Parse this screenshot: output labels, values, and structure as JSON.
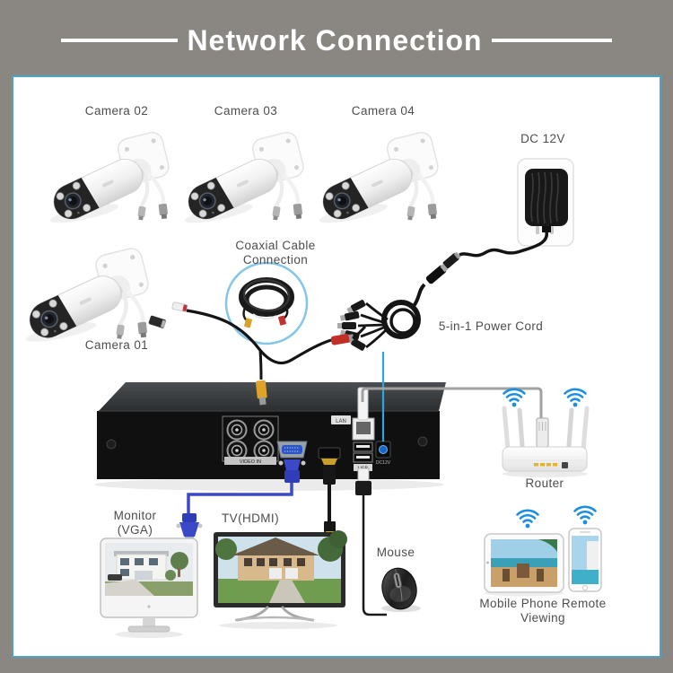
{
  "title": "Network Connection",
  "devices": {
    "camera01": {
      "label": "Camera 01"
    },
    "camera02": {
      "label": "Camera 02"
    },
    "camera03": {
      "label": "Camera 03"
    },
    "camera04": {
      "label": "Camera 04"
    },
    "power_adapter": {
      "label": "DC 12V"
    },
    "coaxial_cable": {
      "label_line1": "Coaxial Cable",
      "label_line2": "Connection"
    },
    "power_cord": {
      "label": "5-in-1 Power Cord"
    },
    "router": {
      "label": "Router"
    },
    "monitor": {
      "label_line1": "Monitor",
      "label_line2": "(VGA)"
    },
    "tv": {
      "label": "TV(HDMI)"
    },
    "mouse": {
      "label": "Mouse"
    },
    "mobile": {
      "label_line1": "Mobile Phone Remote",
      "label_line2": "Viewing"
    }
  },
  "dvr": {
    "port_labels": {
      "lan": "LAN",
      "video_in": "VIDEO IN",
      "usb": "USB",
      "dc": "DC12V"
    }
  },
  "colors": {
    "page_background": "#8a8682",
    "panel_border": "#4ea2c6",
    "wifi_blue": "#1e8fe0",
    "vga_blue": "#3b49c8",
    "dc_line_blue": "#2aa7dd",
    "bnc_yellow": "#dfa32a",
    "power_red": "#c03028"
  }
}
